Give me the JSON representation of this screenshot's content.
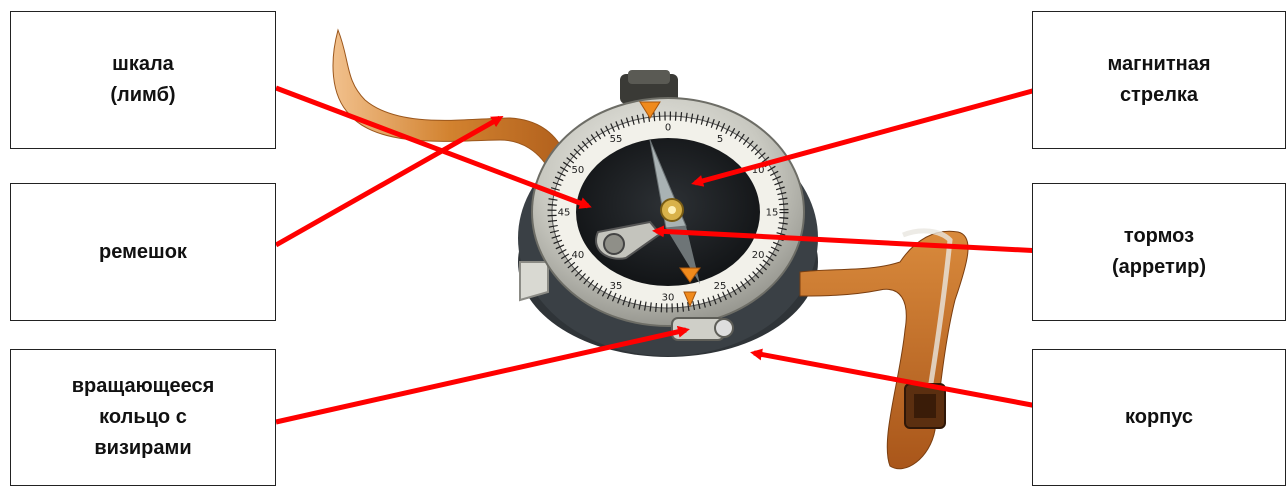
{
  "labels": {
    "scale": "шкала\n(лимб)",
    "strap": "ремешок",
    "ring": "вращающееся\nкольцо с\nвизирами",
    "needle": "магнитная\nстрелка",
    "brake": "тормоз\n(арретир)",
    "case": "корпус"
  },
  "dial_numbers": [
    "0",
    "5",
    "10",
    "15",
    "20",
    "25",
    "30",
    "35",
    "40",
    "45",
    "50",
    "55"
  ],
  "colors": {
    "arrow": "#ff0000",
    "leather": "#c9772e",
    "leather_dark": "#8f4a16",
    "bezel": "#b9b9b2",
    "case": "#2f3438",
    "dial_face": "#1b1d1f",
    "sight_orange": "#f08a1c"
  }
}
